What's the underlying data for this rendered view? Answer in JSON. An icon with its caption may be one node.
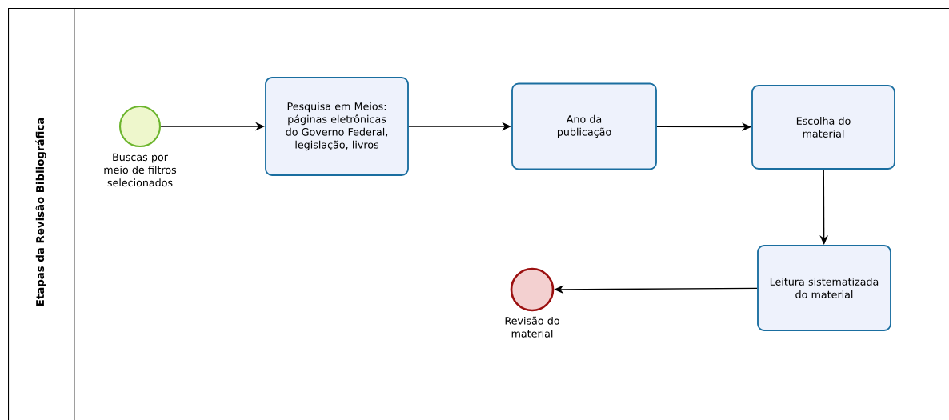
{
  "diagram": {
    "nodes": [
      {
        "text": [
          "Etapas da Revisão Bibliográfica"
        ]
      },
      {
        "text": [],
        "shape": "circle",
        "beside": [
          "Buscas por meio de filtros selecionados"
        ],
        "in": 0
      },
      {
        "text": [
          "Pesquisa em Meios: páginas eletrônicas do Governo Federal, legislação, livros"
        ],
        "in": 0
      },
      {
        "text": [
          "Ano da publicação"
        ],
        "in": 0
      },
      {
        "text": [
          "Escolha do material"
        ],
        "in": 0
      },
      {
        "text": [
          "Leitura sistematizada do material"
        ],
        "in": 0
      },
      {
        "text": [],
        "shape": "circle",
        "beside": [
          "Revisão do material"
        ],
        "in": 0
      }
    ],
    "edges": [
      {
        "from": 1,
        "to": 2,
        "arrow": "to"
      },
      {
        "from": 2,
        "to": 3,
        "arrow": "to"
      },
      {
        "from": 3,
        "to": 4,
        "arrow": "to"
      },
      {
        "from": 4,
        "to": 5,
        "arrow": "to"
      },
      {
        "from": 5,
        "to": 6,
        "arrow": "to"
      }
    ]
  }
}
